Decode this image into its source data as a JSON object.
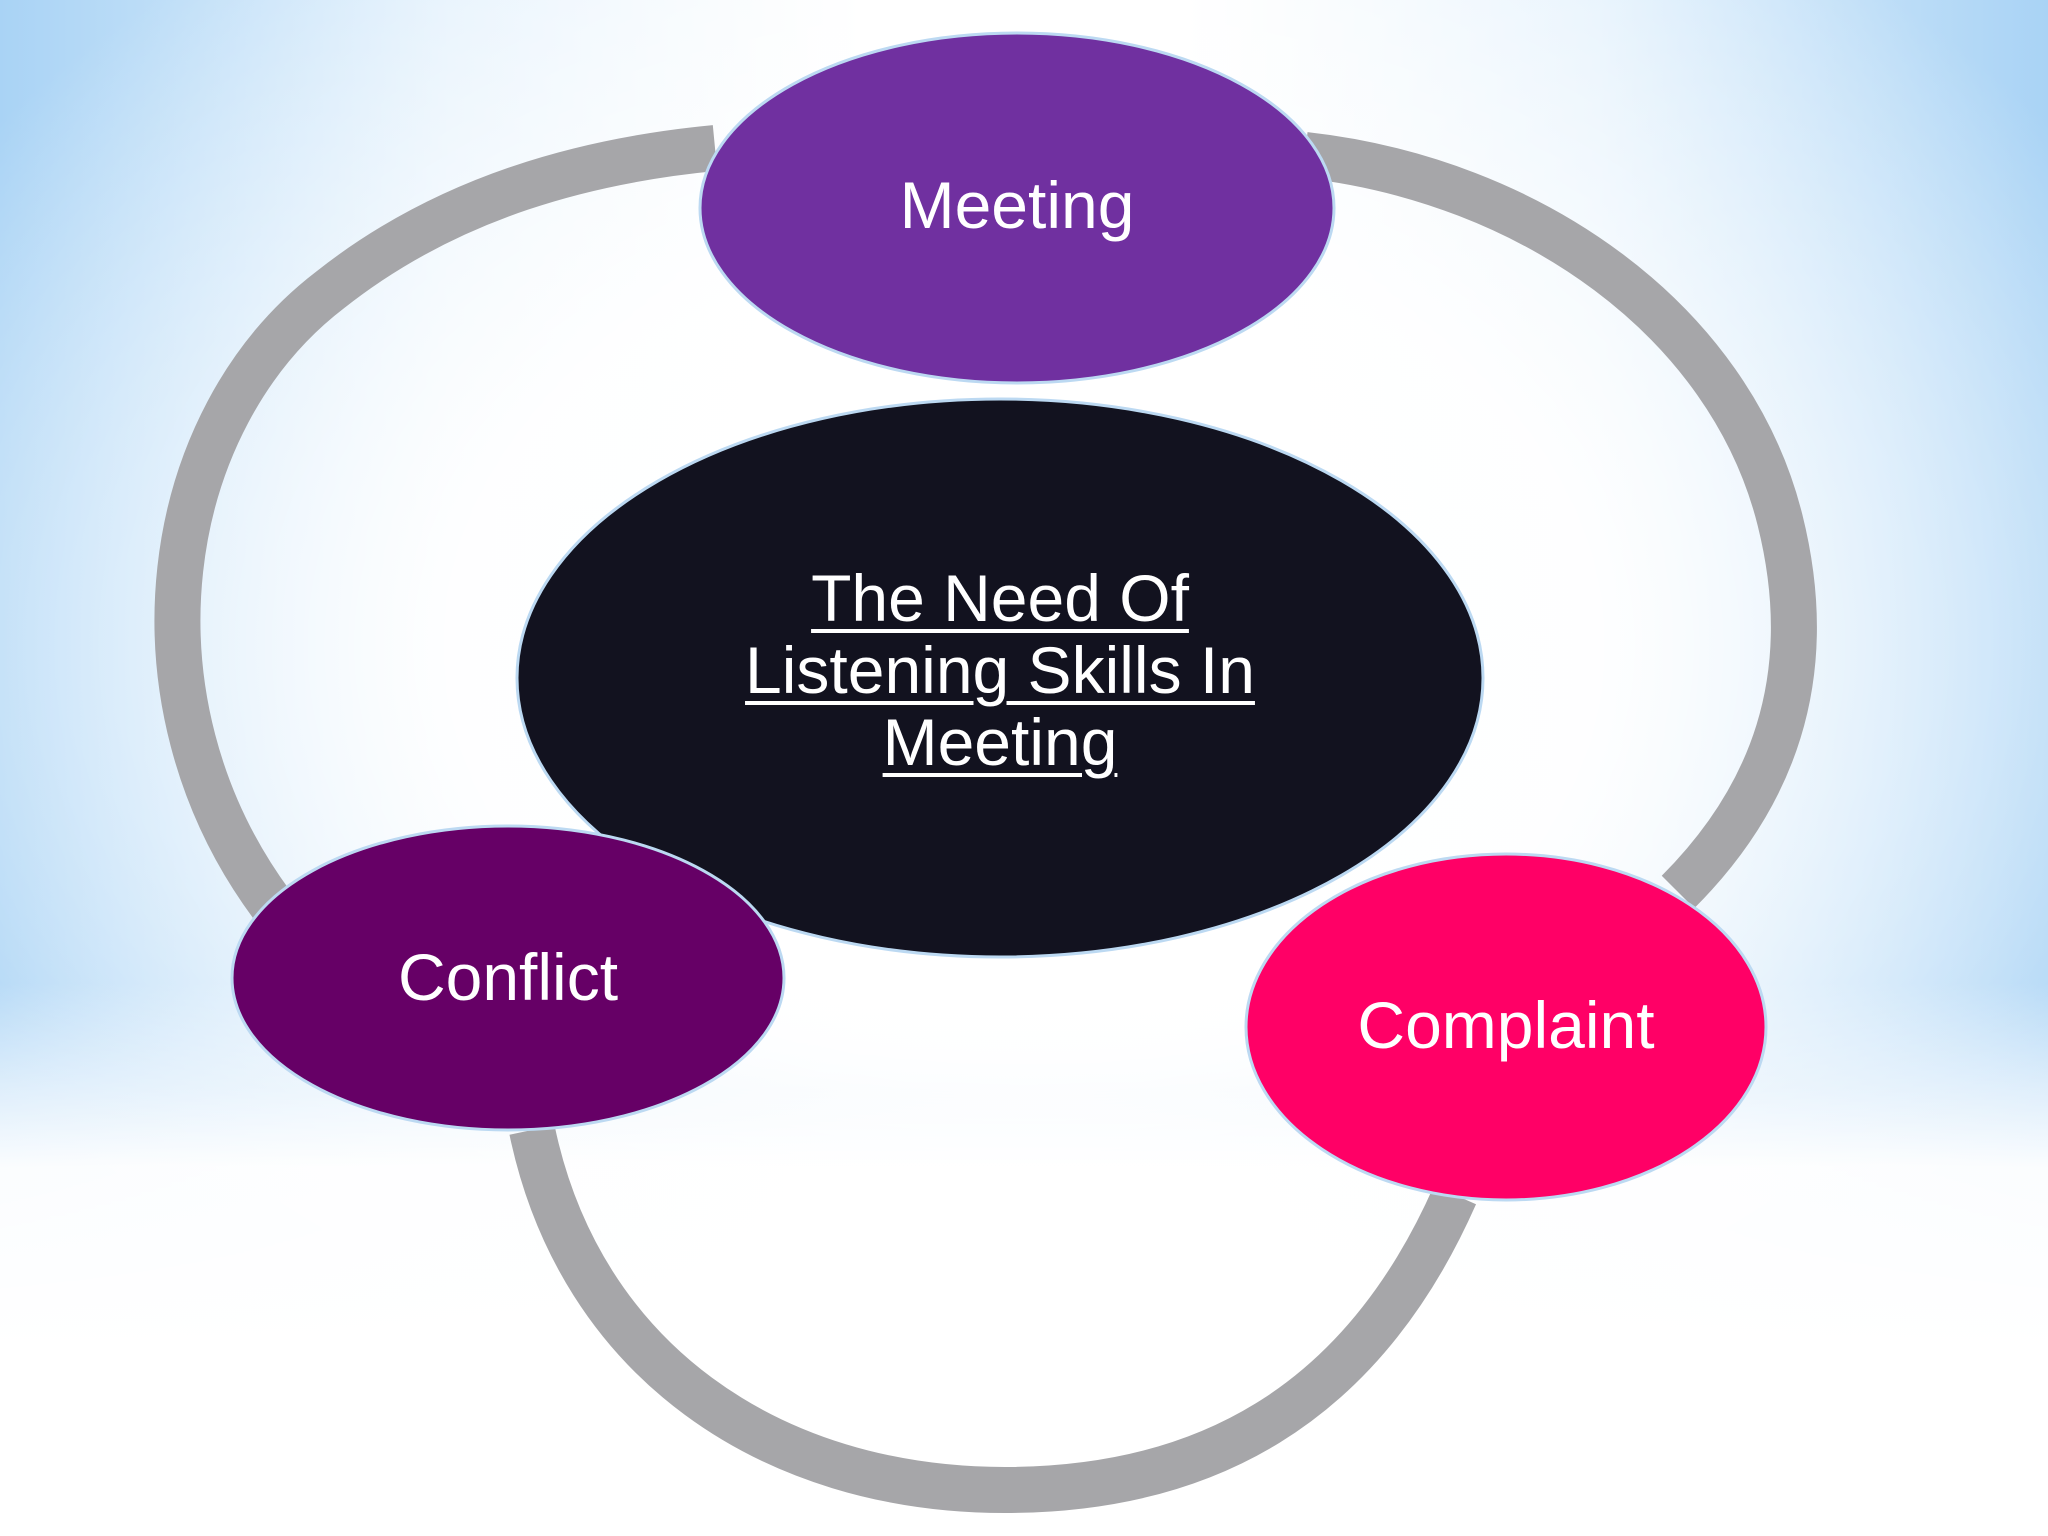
{
  "diagram": {
    "center": {
      "title_lines": [
        "The Need Of",
        "Listening Skills In",
        "Meeting"
      ],
      "fill": "#12121f"
    },
    "nodes": {
      "meeting": {
        "label": "Meeting",
        "fill": "#7030a0"
      },
      "conflict": {
        "label": "Conflict",
        "fill": "#660066"
      },
      "complaint": {
        "label": "Complaint",
        "fill": "#ff0066"
      }
    },
    "ring_color": "#a6a6a9",
    "node_border_color": "#bcd9f2"
  }
}
